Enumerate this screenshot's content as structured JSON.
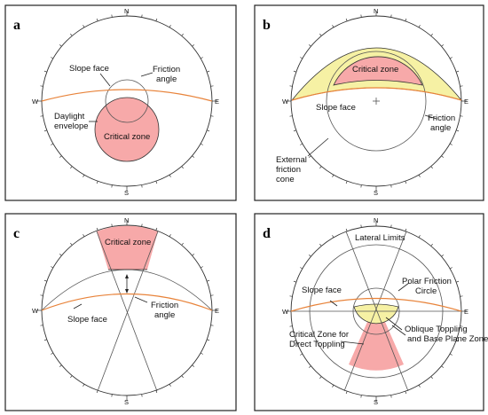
{
  "panels": {
    "a": {
      "letter": "a",
      "compass": {
        "n": "N",
        "s": "S",
        "e": "E",
        "w": "W"
      },
      "labels": {
        "slope_face": "Slope face",
        "friction_1": "Friction",
        "friction_2": "angle",
        "daylight_1": "Daylight",
        "daylight_2": "envelope",
        "critical_zone": "Critical zone"
      }
    },
    "b": {
      "letter": "b",
      "compass": {
        "n": "N",
        "s": "S",
        "e": "E",
        "w": "W"
      },
      "labels": {
        "critical_zone": "Critical zone",
        "slope_face": "Slope face",
        "friction_1": "Friction",
        "friction_2": "angle",
        "external_1": "External",
        "external_2": "friction",
        "external_3": "cone"
      }
    },
    "c": {
      "letter": "c",
      "compass": {
        "n": "N",
        "s": "S",
        "e": "E",
        "w": "W"
      },
      "labels": {
        "critical_zone": "Critical zone",
        "slope_face": "Slope face",
        "friction_1": "Friction",
        "friction_2": "angle"
      }
    },
    "d": {
      "letter": "d",
      "compass": {
        "n": "N",
        "s": "S",
        "e": "E",
        "w": "W"
      },
      "labels": {
        "lateral_limits": "Lateral Limits",
        "polar_1": "Polar Friction",
        "polar_2": "Circle",
        "slope_face": "Slope face",
        "oblique_1": "Oblique Toppling",
        "oblique_2": "and Base Plane Zone",
        "direct_1": "Critical Zone for",
        "direct_2": "Direct Toppling"
      }
    }
  },
  "colors": {
    "critical_zone_fill": "#f7a9a9",
    "yellow_zone_fill": "#f6f1a4",
    "slope_face_line": "#e8833a",
    "frame_stroke": "#222222"
  }
}
